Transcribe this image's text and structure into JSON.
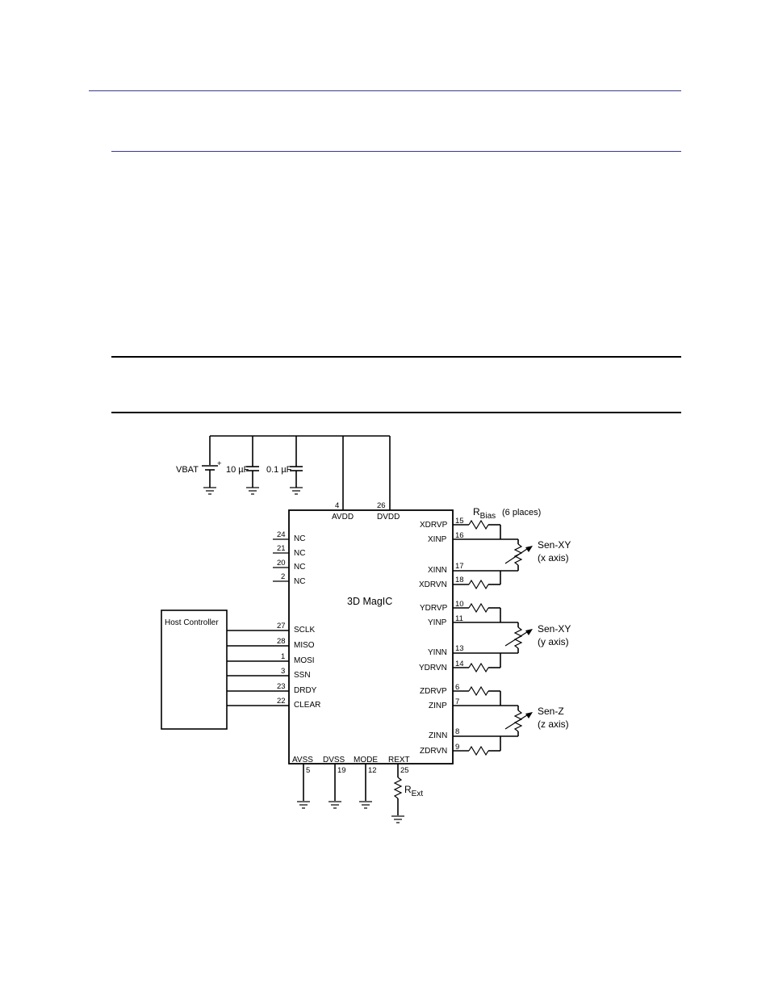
{
  "schematic": {
    "power": {
      "vbat": "VBAT",
      "plus": "+",
      "cap1": "10 µF",
      "cap2": "0.1 µF"
    },
    "chip": {
      "name": "3D MagIC",
      "top_pins": [
        {
          "signal": "AVDD",
          "number": "4"
        },
        {
          "signal": "DVDD",
          "number": "26"
        }
      ],
      "nc_pins": [
        {
          "signal": "NC",
          "number": "24"
        },
        {
          "signal": "NC",
          "number": "21"
        },
        {
          "signal": "NC",
          "number": "20"
        },
        {
          "signal": "NC",
          "number": "2"
        }
      ],
      "host_pins": [
        {
          "signal": "SCLK",
          "number": "27"
        },
        {
          "signal": "MISO",
          "number": "28"
        },
        {
          "signal": "MOSI",
          "number": "1"
        },
        {
          "signal": "SSN",
          "number": "3"
        },
        {
          "signal": "DRDY",
          "number": "23"
        },
        {
          "signal": "CLEAR",
          "number": "22"
        }
      ],
      "bottom_pins": [
        {
          "signal": "AVSS",
          "number": "5"
        },
        {
          "signal": "DVSS",
          "number": "19"
        },
        {
          "signal": "MODE",
          "number": "12"
        },
        {
          "signal": "REXT",
          "number": "25"
        }
      ],
      "right_pins": [
        {
          "signal": "XDRVP",
          "number": "15"
        },
        {
          "signal": "XINP",
          "number": "16"
        },
        {
          "signal": "XINN",
          "number": "17"
        },
        {
          "signal": "XDRVN",
          "number": "18"
        },
        {
          "signal": "YDRVP",
          "number": "10"
        },
        {
          "signal": "YINP",
          "number": "11"
        },
        {
          "signal": "YINN",
          "number": "13"
        },
        {
          "signal": "YDRVN",
          "number": "14"
        },
        {
          "signal": "ZDRVP",
          "number": "6"
        },
        {
          "signal": "ZINP",
          "number": "7"
        },
        {
          "signal": "ZINN",
          "number": "8"
        },
        {
          "signal": "ZDRVN",
          "number": "9"
        }
      ]
    },
    "host_controller": "Host Controller",
    "rbias": {
      "main": "R",
      "sub": "Bias",
      "note": "(6 places)"
    },
    "rext": {
      "main": "R",
      "sub": "Ext"
    },
    "sensors": [
      {
        "name": "Sen-XY",
        "axis": "(x axis)"
      },
      {
        "name": "Sen-XY",
        "axis": "(y axis)"
      },
      {
        "name": "Sen-Z",
        "axis": "(z axis)"
      }
    ]
  }
}
